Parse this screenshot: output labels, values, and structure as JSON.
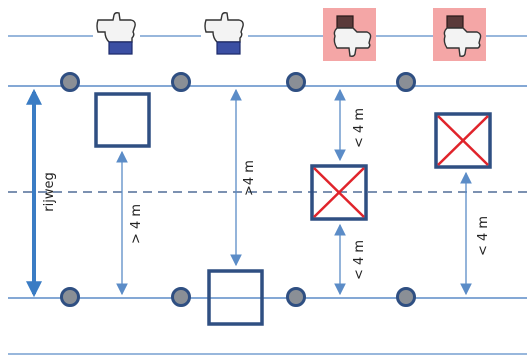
{
  "labels": {
    "road": "rijweg",
    "more_than_4m": ">4 m",
    "more_than_4m_spaced": "> 4 m",
    "less_than_4m": "< 4 m"
  },
  "icons": {
    "approve": "thumbs-up-icon",
    "reject": "thumbs-down-icon"
  },
  "colors": {
    "line": "#5b8cc7",
    "box": "#2f4f82",
    "node_fill": "#8a8f96",
    "node_stroke": "#2f4f82",
    "cross": "#e0242b",
    "reject_bg": "#f4a6a6",
    "approve_cuff": "#3b4fa3"
  }
}
